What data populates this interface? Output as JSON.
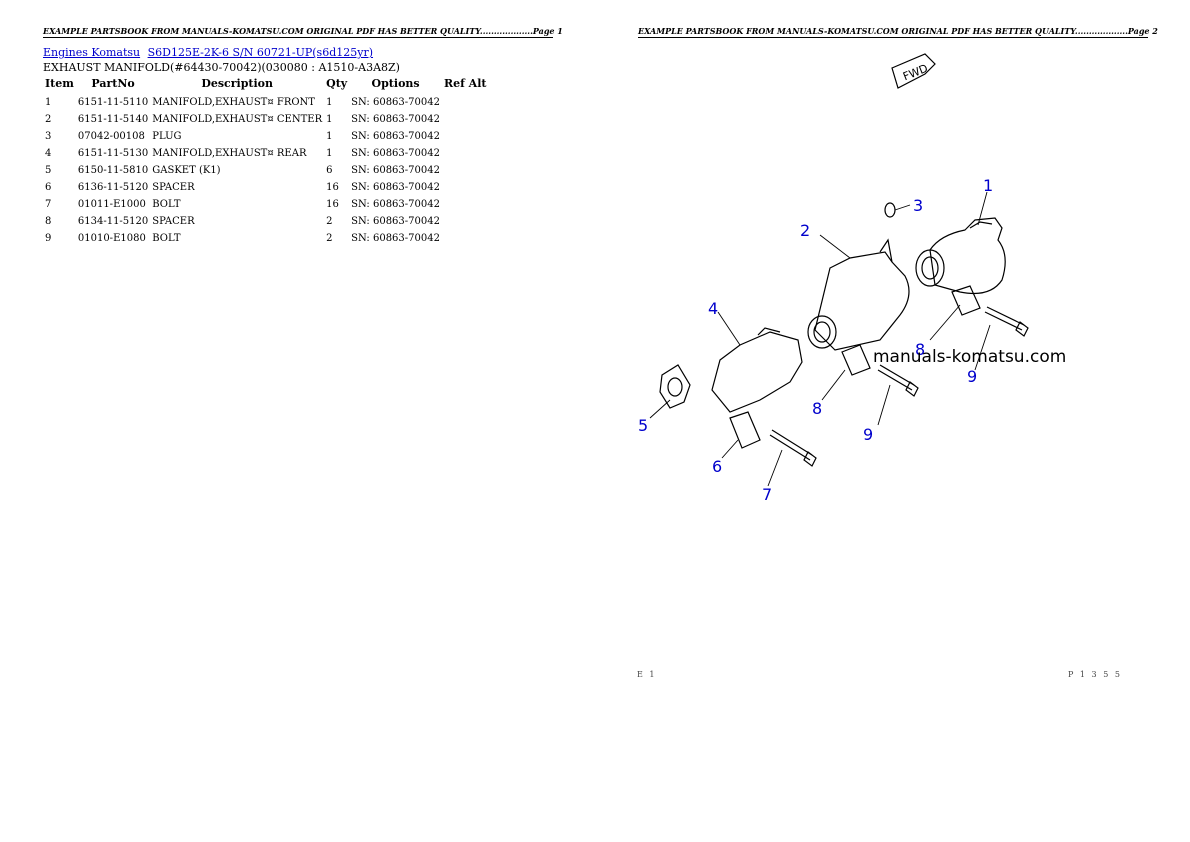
{
  "page1": {
    "header": "EXAMPLE PARTSBOOK FROM MANUALS-KOMATSU.COM ORIGINAL PDF HAS BETTER QUALITY...................Page 1",
    "breadcrumb": [
      "Engines Komatsu",
      "S6D125E-2K-6 S/N 60721-UP(s6d125yr)"
    ],
    "subtitle": "EXHAUST MANIFOLD(#64430-70042)(030080 : A1510-A3A8Z)",
    "table": {
      "headers": [
        "Item",
        "PartNo",
        "Description",
        "Qty",
        "Options",
        "Ref Alt"
      ],
      "rows": [
        [
          "1",
          "6151-11-5110",
          "MANIFOLD,EXHAUST¤ FRONT",
          "1",
          "SN: 60863-70042",
          ""
        ],
        [
          "2",
          "6151-11-5140",
          "MANIFOLD,EXHAUST¤ CENTER",
          "1",
          "SN: 60863-70042",
          ""
        ],
        [
          "3",
          "07042-00108",
          "PLUG",
          "1",
          "SN: 60863-70042",
          ""
        ],
        [
          "4",
          "6151-11-5130",
          "MANIFOLD,EXHAUST¤ REAR",
          "1",
          "SN: 60863-70042",
          ""
        ],
        [
          "5",
          "6150-11-5810",
          "GASKET (K1)",
          "6",
          "SN: 60863-70042",
          ""
        ],
        [
          "6",
          "6136-11-5120",
          "SPACER",
          "16",
          "SN: 60863-70042",
          ""
        ],
        [
          "7",
          "01011-E1000",
          "BOLT",
          "16",
          "SN: 60863-70042",
          ""
        ],
        [
          "8",
          "6134-11-5120",
          "SPACER",
          "2",
          "SN: 60863-70042",
          ""
        ],
        [
          "9",
          "01010-E1080",
          "BOLT",
          "2",
          "SN: 60863-70042",
          ""
        ]
      ]
    }
  },
  "page2": {
    "header": "EXAMPLE PARTSBOOK FROM MANUALS-KOMATSU.COM ORIGINAL PDF HAS BETTER QUALITY...................Page 2",
    "fwd_label": "FWD",
    "watermark": "manuals-komatsu.com",
    "callout_color": "#0000cc",
    "callouts": [
      "1",
      "2",
      "3",
      "4",
      "5",
      "6",
      "7",
      "8",
      "9",
      "8",
      "9"
    ],
    "footer_left": "E 1",
    "footer_right": "P 1 3 5 5"
  }
}
